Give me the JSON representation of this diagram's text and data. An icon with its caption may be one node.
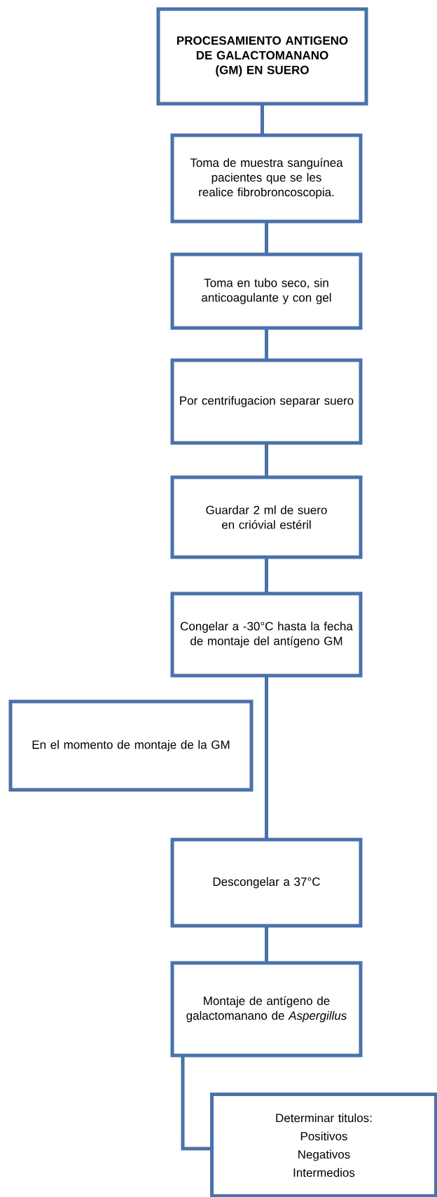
{
  "diagram": {
    "nodes": [
      {
        "text": [
          "PROCESAMIENTO ANTIGENO DE GALACTOMANANO (GM) EN SUERO"
        ]
      },
      {
        "text": [
          "Toma de muestra sanguínea pacientes que se les realice fibrobroncoscopia."
        ]
      },
      {
        "text": [
          "Toma en tubo seco, sin anticoagulante y con gel"
        ]
      },
      {
        "text": [
          "Por centrifugacion separar suero"
        ]
      },
      {
        "text": [
          "Guardar 2 ml de suero en crióvial estéril"
        ]
      },
      {
        "text": [
          "Congelar a -30°C hasta la fecha de montaje del antígeno GM"
        ]
      },
      {
        "text": [
          "En el momento de montaje de la GM"
        ]
      },
      {
        "text": [
          "Descongelar a 37°C"
        ]
      },
      {
        "text": [
          "Montaje de antígeno de galactomanano de *Aspergillus*"
        ]
      },
      {
        "text": [
          "Determinar titulos:",
          "Positivos",
          "Negativos",
          "Intermedios"
        ]
      }
    ],
    "edges": [
      {
        "from": 0,
        "to": 1,
        "arrow": "none"
      },
      {
        "from": 1,
        "to": 2,
        "arrow": "none"
      },
      {
        "from": 2,
        "to": 3,
        "arrow": "none"
      },
      {
        "from": 3,
        "to": 4,
        "arrow": "none"
      },
      {
        "from": 4,
        "to": 5,
        "arrow": "none"
      },
      {
        "from": 5,
        "to": 6,
        "arrow": "none"
      },
      {
        "from": 5,
        "to": 7,
        "arrow": "none"
      },
      {
        "from": 7,
        "to": 8,
        "arrow": "none"
      },
      {
        "from": 8,
        "to": 9,
        "arrow": "none"
      }
    ]
  }
}
